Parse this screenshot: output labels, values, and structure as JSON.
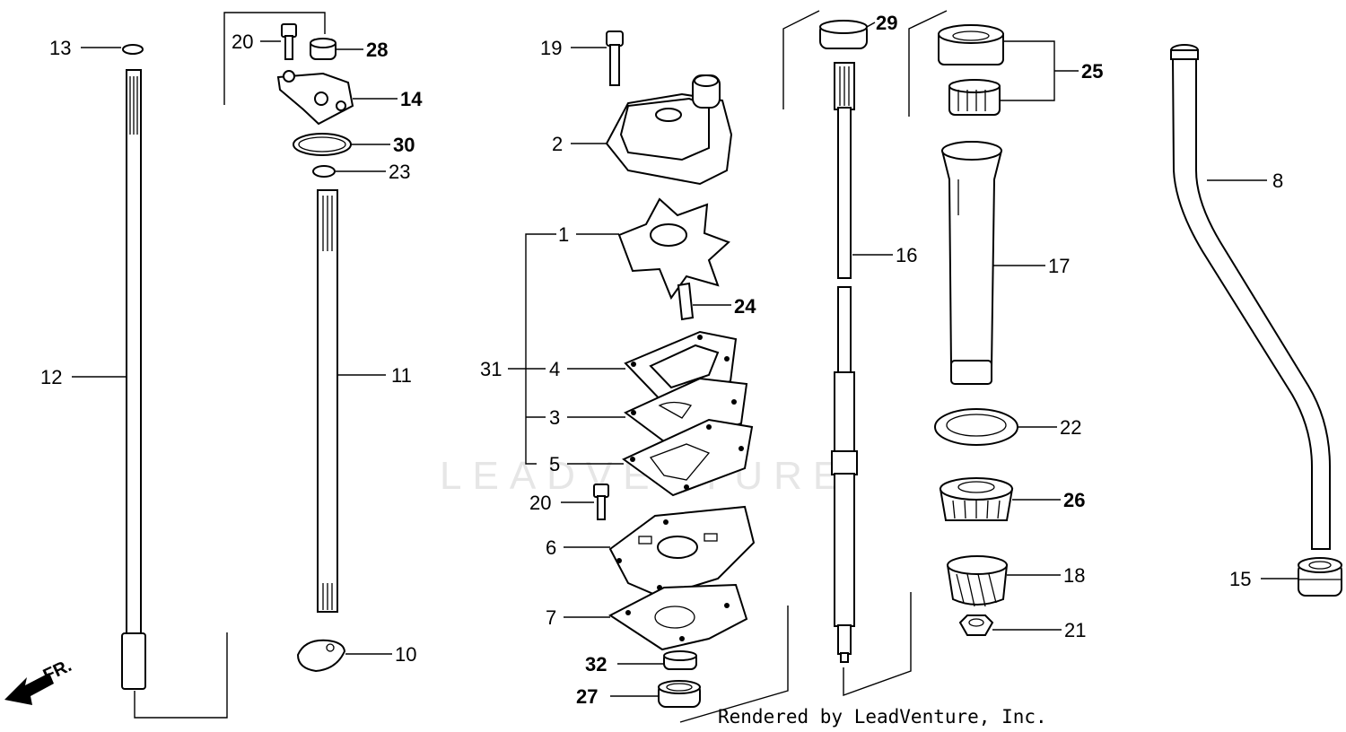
{
  "watermark": "LEADVENTURE",
  "credit": "Rendered by LeadVenture, Inc.",
  "direction_label": "FR.",
  "callouts": {
    "p1": "1",
    "p2": "2",
    "p3": "3",
    "p4": "4",
    "p5": "5",
    "p6": "6",
    "p7": "7",
    "p8": "8",
    "p10": "10",
    "p11": "11",
    "p12": "12",
    "p13": "13",
    "p14": "14",
    "p15": "15",
    "p16": "16",
    "p17": "17",
    "p18": "18",
    "p19": "19",
    "p20a": "20",
    "p20b": "20",
    "p21": "21",
    "p22": "22",
    "p23": "23",
    "p24": "24",
    "p25": "25",
    "p26": "26",
    "p27": "27",
    "p28": "28",
    "p29": "29",
    "p30": "30",
    "p31": "31",
    "p32": "32"
  }
}
